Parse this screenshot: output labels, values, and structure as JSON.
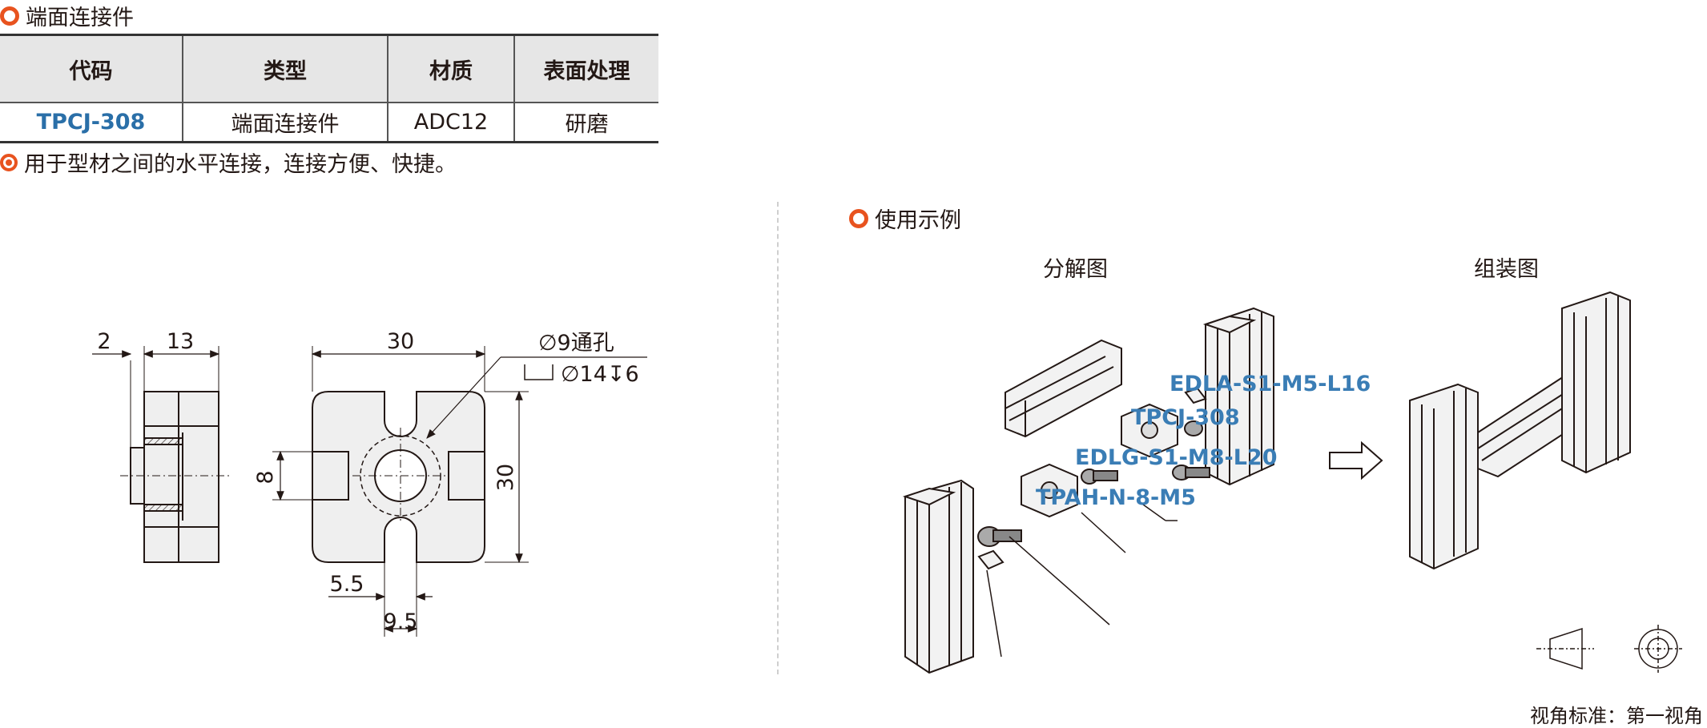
{
  "section_title": "端面连接件",
  "table": {
    "headers": [
      "代码",
      "类型",
      "材质",
      "表面处理"
    ],
    "row": {
      "code": "TPCJ-308",
      "type": "端面连接件",
      "material": "ADC12",
      "surface": "研磨"
    }
  },
  "note": "用于型材之间的水平连接，连接方便、快捷。",
  "usage_title": "使用示例",
  "exploded_label": "分解图",
  "assembled_label": "组装图",
  "dims": {
    "d2": "2",
    "d13": "13",
    "d30w": "30",
    "d30h": "30",
    "d8": "8",
    "d5_5": "5.5",
    "d9_5": "9.5",
    "hole1": "∅9通孔",
    "hole2": "∅14↧6"
  },
  "parts": {
    "screw_a": "EDLA-S1-M5-L16",
    "connector": "TPCJ-308",
    "screw_g": "EDLG-S1-M8-L20",
    "nut": "TPAH-N-8-M5"
  },
  "view_standard": "视角标准：第一视角",
  "colors": {
    "accent": "#e8531f",
    "code_blue": "#2a6fa8",
    "part_label": "#3a7db5"
  }
}
